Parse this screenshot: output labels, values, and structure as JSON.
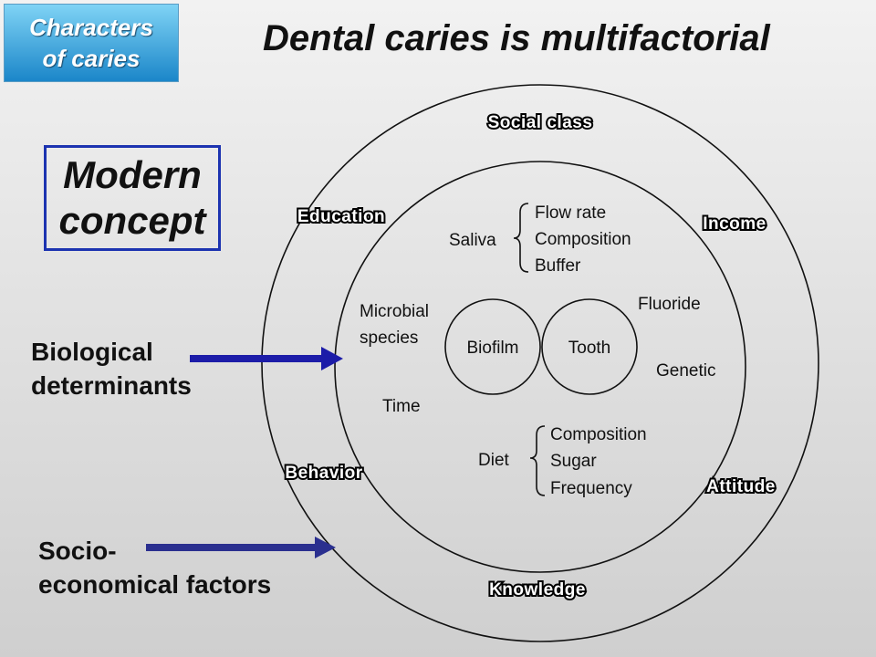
{
  "badge": {
    "line1": "Characters",
    "line2": "of caries"
  },
  "title": "Dental caries is multifactorial",
  "concept": {
    "line1": "Modern",
    "line2": "concept"
  },
  "left_labels": {
    "biological": {
      "line1": "Biological",
      "line2": "determinants"
    },
    "socio": {
      "line1": "Socio-",
      "line2": "economical factors"
    }
  },
  "outer_ring": {
    "social_class": "Social class",
    "education": "Education",
    "income": "Income",
    "behavior": "Behavior",
    "attitude": "Attitude",
    "knowledge": "Knowledge"
  },
  "inner_ring": {
    "saliva": "Saliva",
    "saliva_items": [
      "Flow rate",
      "Composition",
      "Buffer"
    ],
    "microbial": [
      "Microbial",
      "species"
    ],
    "fluoride": "Fluoride",
    "genetic": "Genetic",
    "time": "Time",
    "diet": "Diet",
    "diet_items": [
      "Composition",
      "Sugar",
      "Frequency"
    ]
  },
  "center": {
    "biofilm": "Biofilm",
    "tooth": "Tooth"
  },
  "colors": {
    "arrow": "#1c1ca8",
    "arrow_secondary": "#2a2f8f",
    "box_border": "#1c33b0"
  }
}
